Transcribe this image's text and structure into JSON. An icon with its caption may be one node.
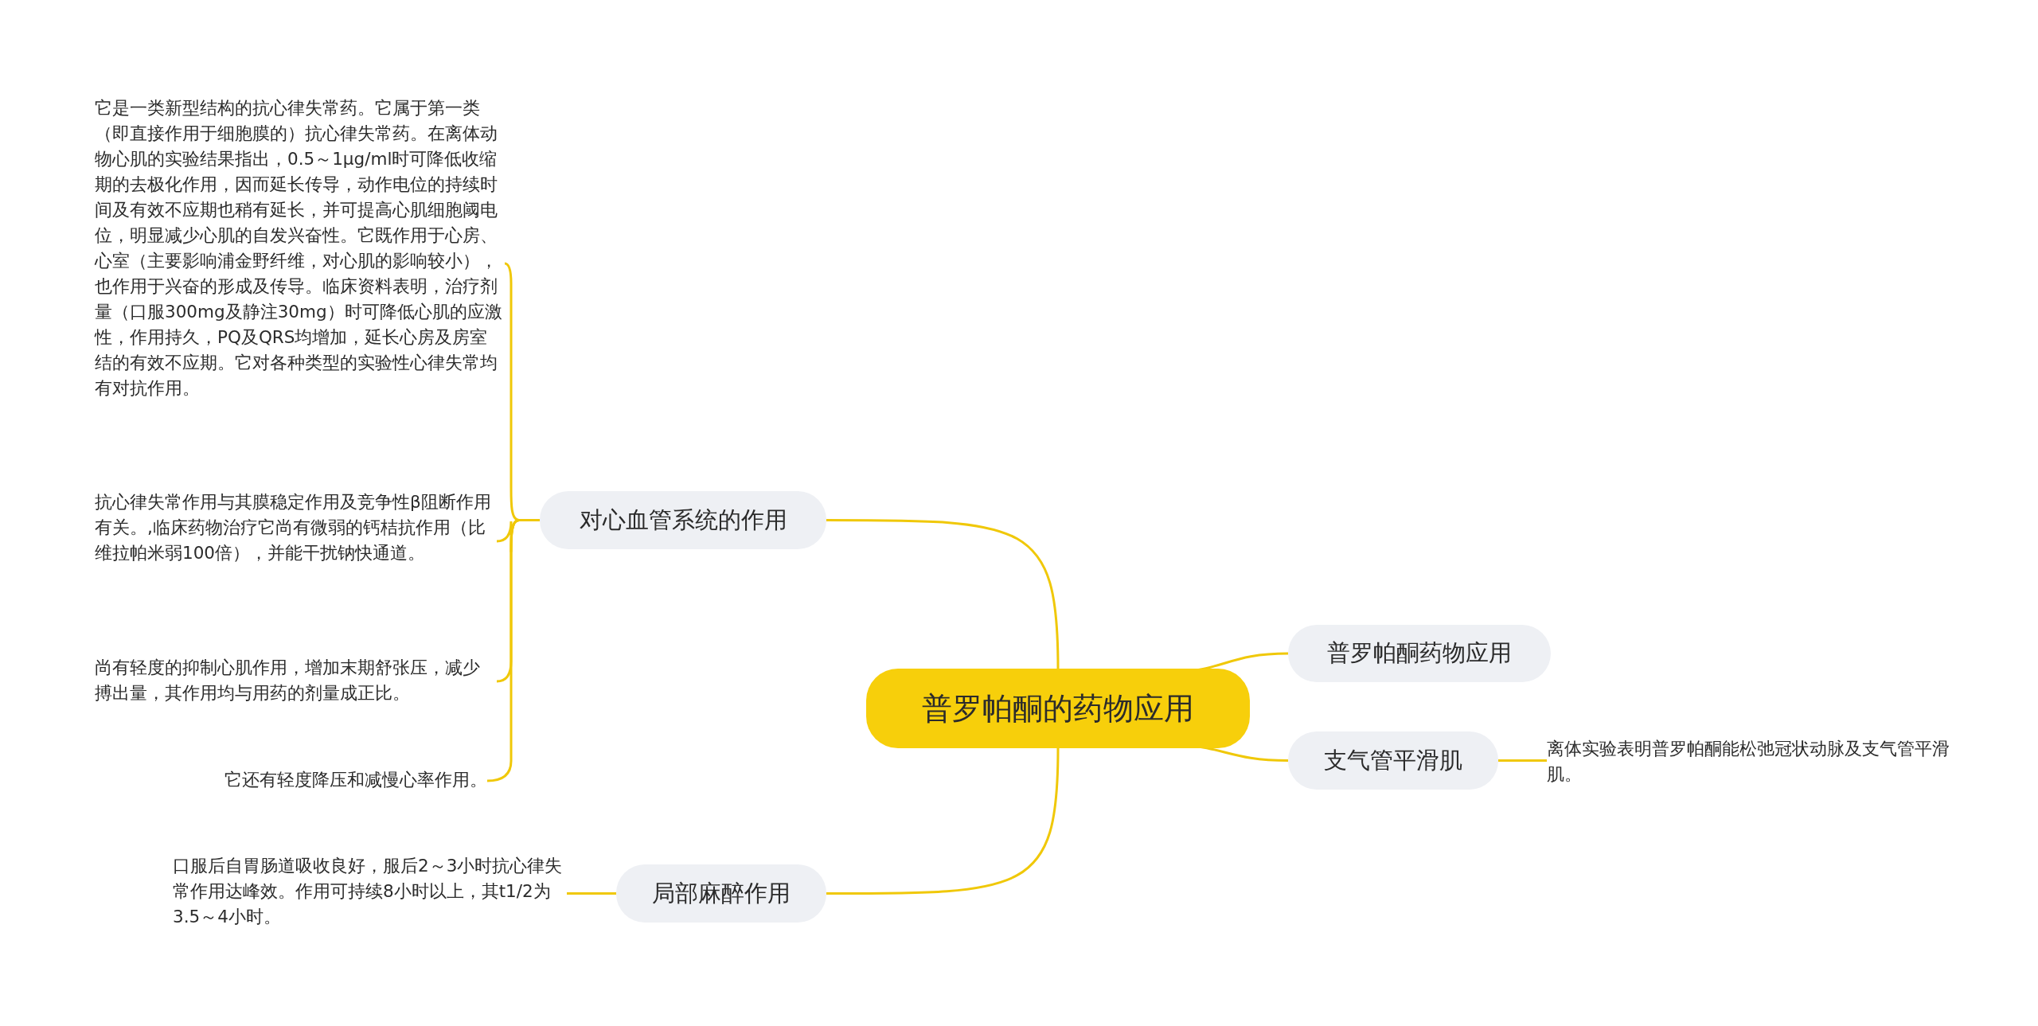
{
  "diagram": {
    "nodes": [
      {
        "text": [
          "普罗帕酮的药物应用"
        ]
      },
      {
        "text": [
          "对心血管系统的作用"
        ]
      },
      {
        "text": [
          "它是一类新型结构的抗心律失常药。它属于第一类（即直接作用于细胞膜的）抗心律失常药。在离体动物心肌的实验结果指出，0.5～1μg/ml时可降低收缩期的去极化作用，因而延长传导，动作电位的持续时间及有效不应期也稍有延长，并可提高心肌细胞阈电位，明显减少心肌的自发兴奋性。它既作用于心房、心室（主要影响浦金野纤维，对心肌的影响较小），也作用于兴奋的形成及传导。临床资料表明，治疗剂量（口服300mg及静注30mg）时可降低心肌的应激性，作用持久，PQ及QRS均增加，延长心房及房室结的有效不应期。它对各种类型的实验性心律失常均有对抗作用。"
        ]
      },
      {
        "text": [
          "抗心律失常作用与其膜稳定作用及竞争性β阻断作用有关。,临床药物治疗它尚有微弱的钙桔抗作用（比维拉帕米弱100倍），并能干扰钠快通道。"
        ]
      },
      {
        "text": [
          "尚有轻度的抑制心肌作用，增加末期舒张压，减少搏出量，其作用均与用药的剂量成正比。"
        ]
      },
      {
        "text": [
          "它还有轻度降压和减慢心率作用。"
        ]
      },
      {
        "text": [
          "局部麻醉作用"
        ]
      },
      {
        "text": [
          "口服后自胃肠道吸收良好，服后2～3小时抗心律失常作用达峰效。作用可持续8小时以上，其t1/2为3.5～4小时。"
        ]
      },
      {
        "text": [
          "普罗帕酮药物应用"
        ]
      },
      {
        "text": [
          "支气管平滑肌"
        ]
      },
      {
        "text": [
          "离体实验表明普罗帕酮能松弛冠状动脉及支气管平滑肌。"
        ]
      }
    ],
    "edges": [
      {
        "from": 0,
        "to": 1,
        "arrow": "none"
      },
      {
        "from": 1,
        "to": 2,
        "arrow": "none"
      },
      {
        "from": 1,
        "to": 3,
        "arrow": "none"
      },
      {
        "from": 1,
        "to": 4,
        "arrow": "none"
      },
      {
        "from": 1,
        "to": 5,
        "arrow": "none"
      },
      {
        "from": 0,
        "to": 6,
        "arrow": "none"
      },
      {
        "from": 6,
        "to": 7,
        "arrow": "none"
      },
      {
        "from": 0,
        "to": 8,
        "arrow": "none"
      },
      {
        "from": 0,
        "to": 9,
        "arrow": "none"
      },
      {
        "from": 9,
        "to": 10,
        "arrow": "none"
      }
    ]
  }
}
